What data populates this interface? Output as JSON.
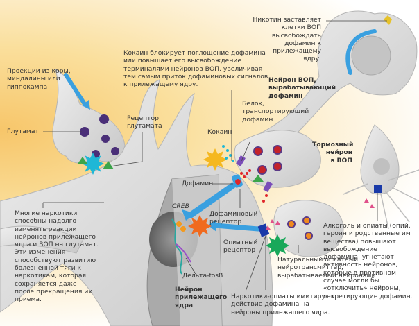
{
  "diagram": {
    "title": "Воздействие наркотиков на дофаминовую систему",
    "labels": {
      "projections": "Проекции из коры,\nминдалины или\nгиппокампа",
      "glutamate": "Глутамат",
      "glutamate_receptor": "Рецептор\nглутамата",
      "cocaine_note": "Кокаин блокирует поглощение дофамина\nили повышает его высвобождение\nтерминалями нейронов ВОП, увеличивая\nтем самым приток дофаминовых сигналов\nк прилежащему ядру.",
      "nicotine_note": "Никотин заставляет\nклетки ВОП\nвысвобождать\nдофамин к\nприлежащему\nядру.",
      "vta_neuron": "Нейрон ВОП,\nвырабатывающий\nдофамин",
      "dopamine_transporter": "Белок,\nтранспортирующий\nдофамин",
      "cocaine": "Кокаин",
      "inhibitory_neuron": "Тормозный\nнейрон\nв ВОП",
      "dopamine": "Дофамин",
      "dopamine_receptor": "Дофаминовый\nрецептор",
      "creb": "CREB",
      "opiate_receptor": "Опиатный\nрецептор",
      "delta_fosb": "Дельта-fosB",
      "nac_neuron": "Нейрон\nприлежащего\nядра",
      "drugs_glutamate_note": "Многие наркотики\nспособны надолго\nизменять реакции\nнейронов прилежащего\nядра и ВОП на глутамат.\nЭти изменения\nспособствуют развитию\nболезненной тяги к\nнаркотикам, которая\nсохраняется даже\nпосле прекращения их\nприема.",
      "alcohol_opiates_note": "Алкоголь и опиаты (опий,\nгероин и родственные им\nвещества) повышают\nвысвобождение\nдофамина, угнетают\nактивность нейронов,\nкоторые в противном\nслучае могли бы\n«отключить» нейроны,\nсекретирующие дофамин.",
      "natural_opiate": "Натуральный опиатный\nнейротрансмиттер,\nвырабатываемый нейронами",
      "opiate_drugs_note": "Наркотики-опиаты имитируют\nдействие дофамина на\nнейроны прилежащего ядра."
    },
    "colors": {
      "background_warm": "#f7c66a",
      "neuron_gray": "#d9d9d9",
      "signal_arrow": "#3aa0e0",
      "dopamine_dot": "#e0262a",
      "cocaine_burst": "#f5b820",
      "glutamate_burst": "#1fb7d6",
      "creb_burst": "#f06a1e",
      "opiate_burst": "#19a85a",
      "receptor_blue": "#1a3aa8",
      "vesicle_purple": "#5a3a86"
    }
  }
}
